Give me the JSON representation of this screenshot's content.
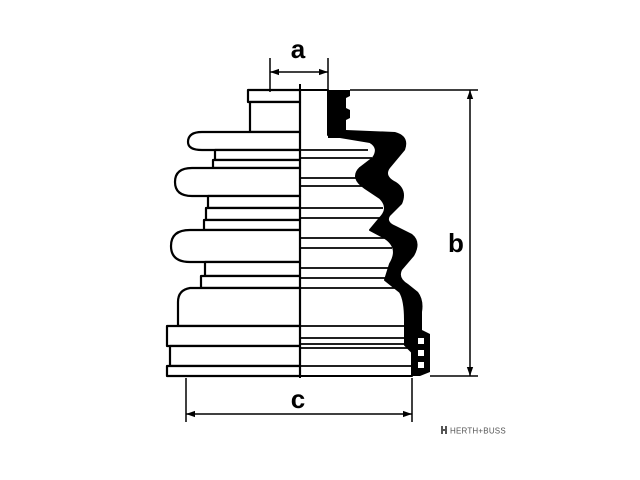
{
  "diagram": {
    "subject": "cv-joint-boot",
    "dimension_labels": {
      "a": "a",
      "b": "b",
      "c": "c"
    },
    "logo": {
      "text": "HERTH+BUSS"
    },
    "colors": {
      "ink": "#000000",
      "background": "#ffffff",
      "logo": "#555555"
    }
  }
}
